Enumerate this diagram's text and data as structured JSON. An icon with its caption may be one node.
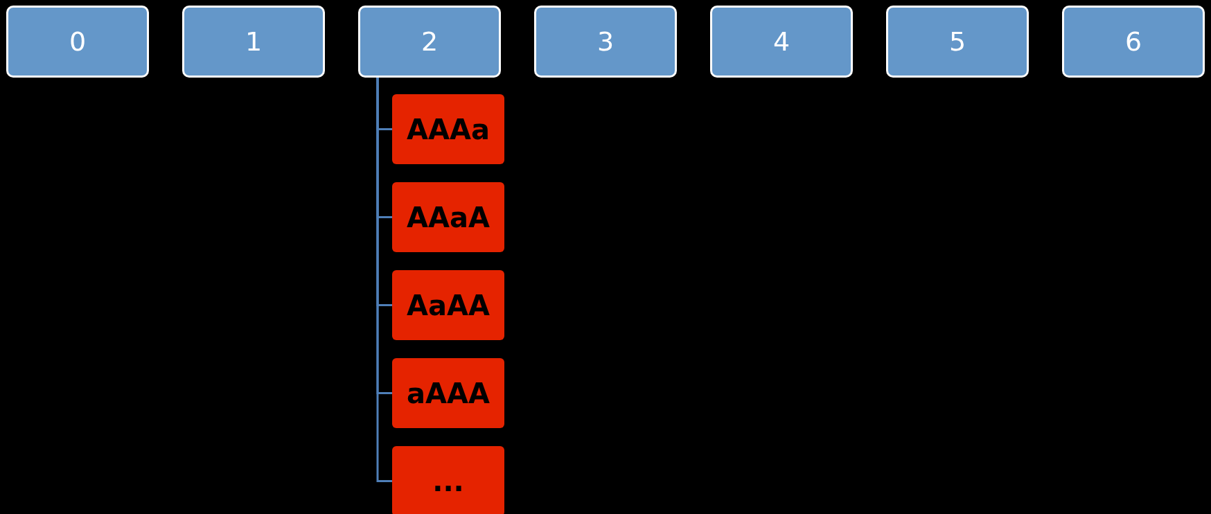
{
  "diagram": {
    "nodes": [
      {
        "text": [
          "0"
        ]
      },
      {
        "text": [
          "1"
        ]
      },
      {
        "text": [
          "2"
        ]
      },
      {
        "text": [
          "3"
        ]
      },
      {
        "text": [
          "4"
        ]
      },
      {
        "text": [
          "5"
        ]
      },
      {
        "text": [
          "6"
        ]
      },
      {
        "text": [
          "AAAa"
        ]
      },
      {
        "text": [
          "AAaA"
        ]
      },
      {
        "text": [
          "AaAA"
        ]
      },
      {
        "text": [
          "aAAA"
        ]
      },
      {
        "text": [
          "..."
        ]
      }
    ],
    "edges": [
      {
        "from": 2,
        "to": 7,
        "arrow": "none"
      },
      {
        "from": 2,
        "to": 8,
        "arrow": "none"
      },
      {
        "from": 2,
        "to": 9,
        "arrow": "none"
      },
      {
        "from": 2,
        "to": 10,
        "arrow": "none"
      },
      {
        "from": 2,
        "to": 11,
        "arrow": "none"
      }
    ]
  }
}
